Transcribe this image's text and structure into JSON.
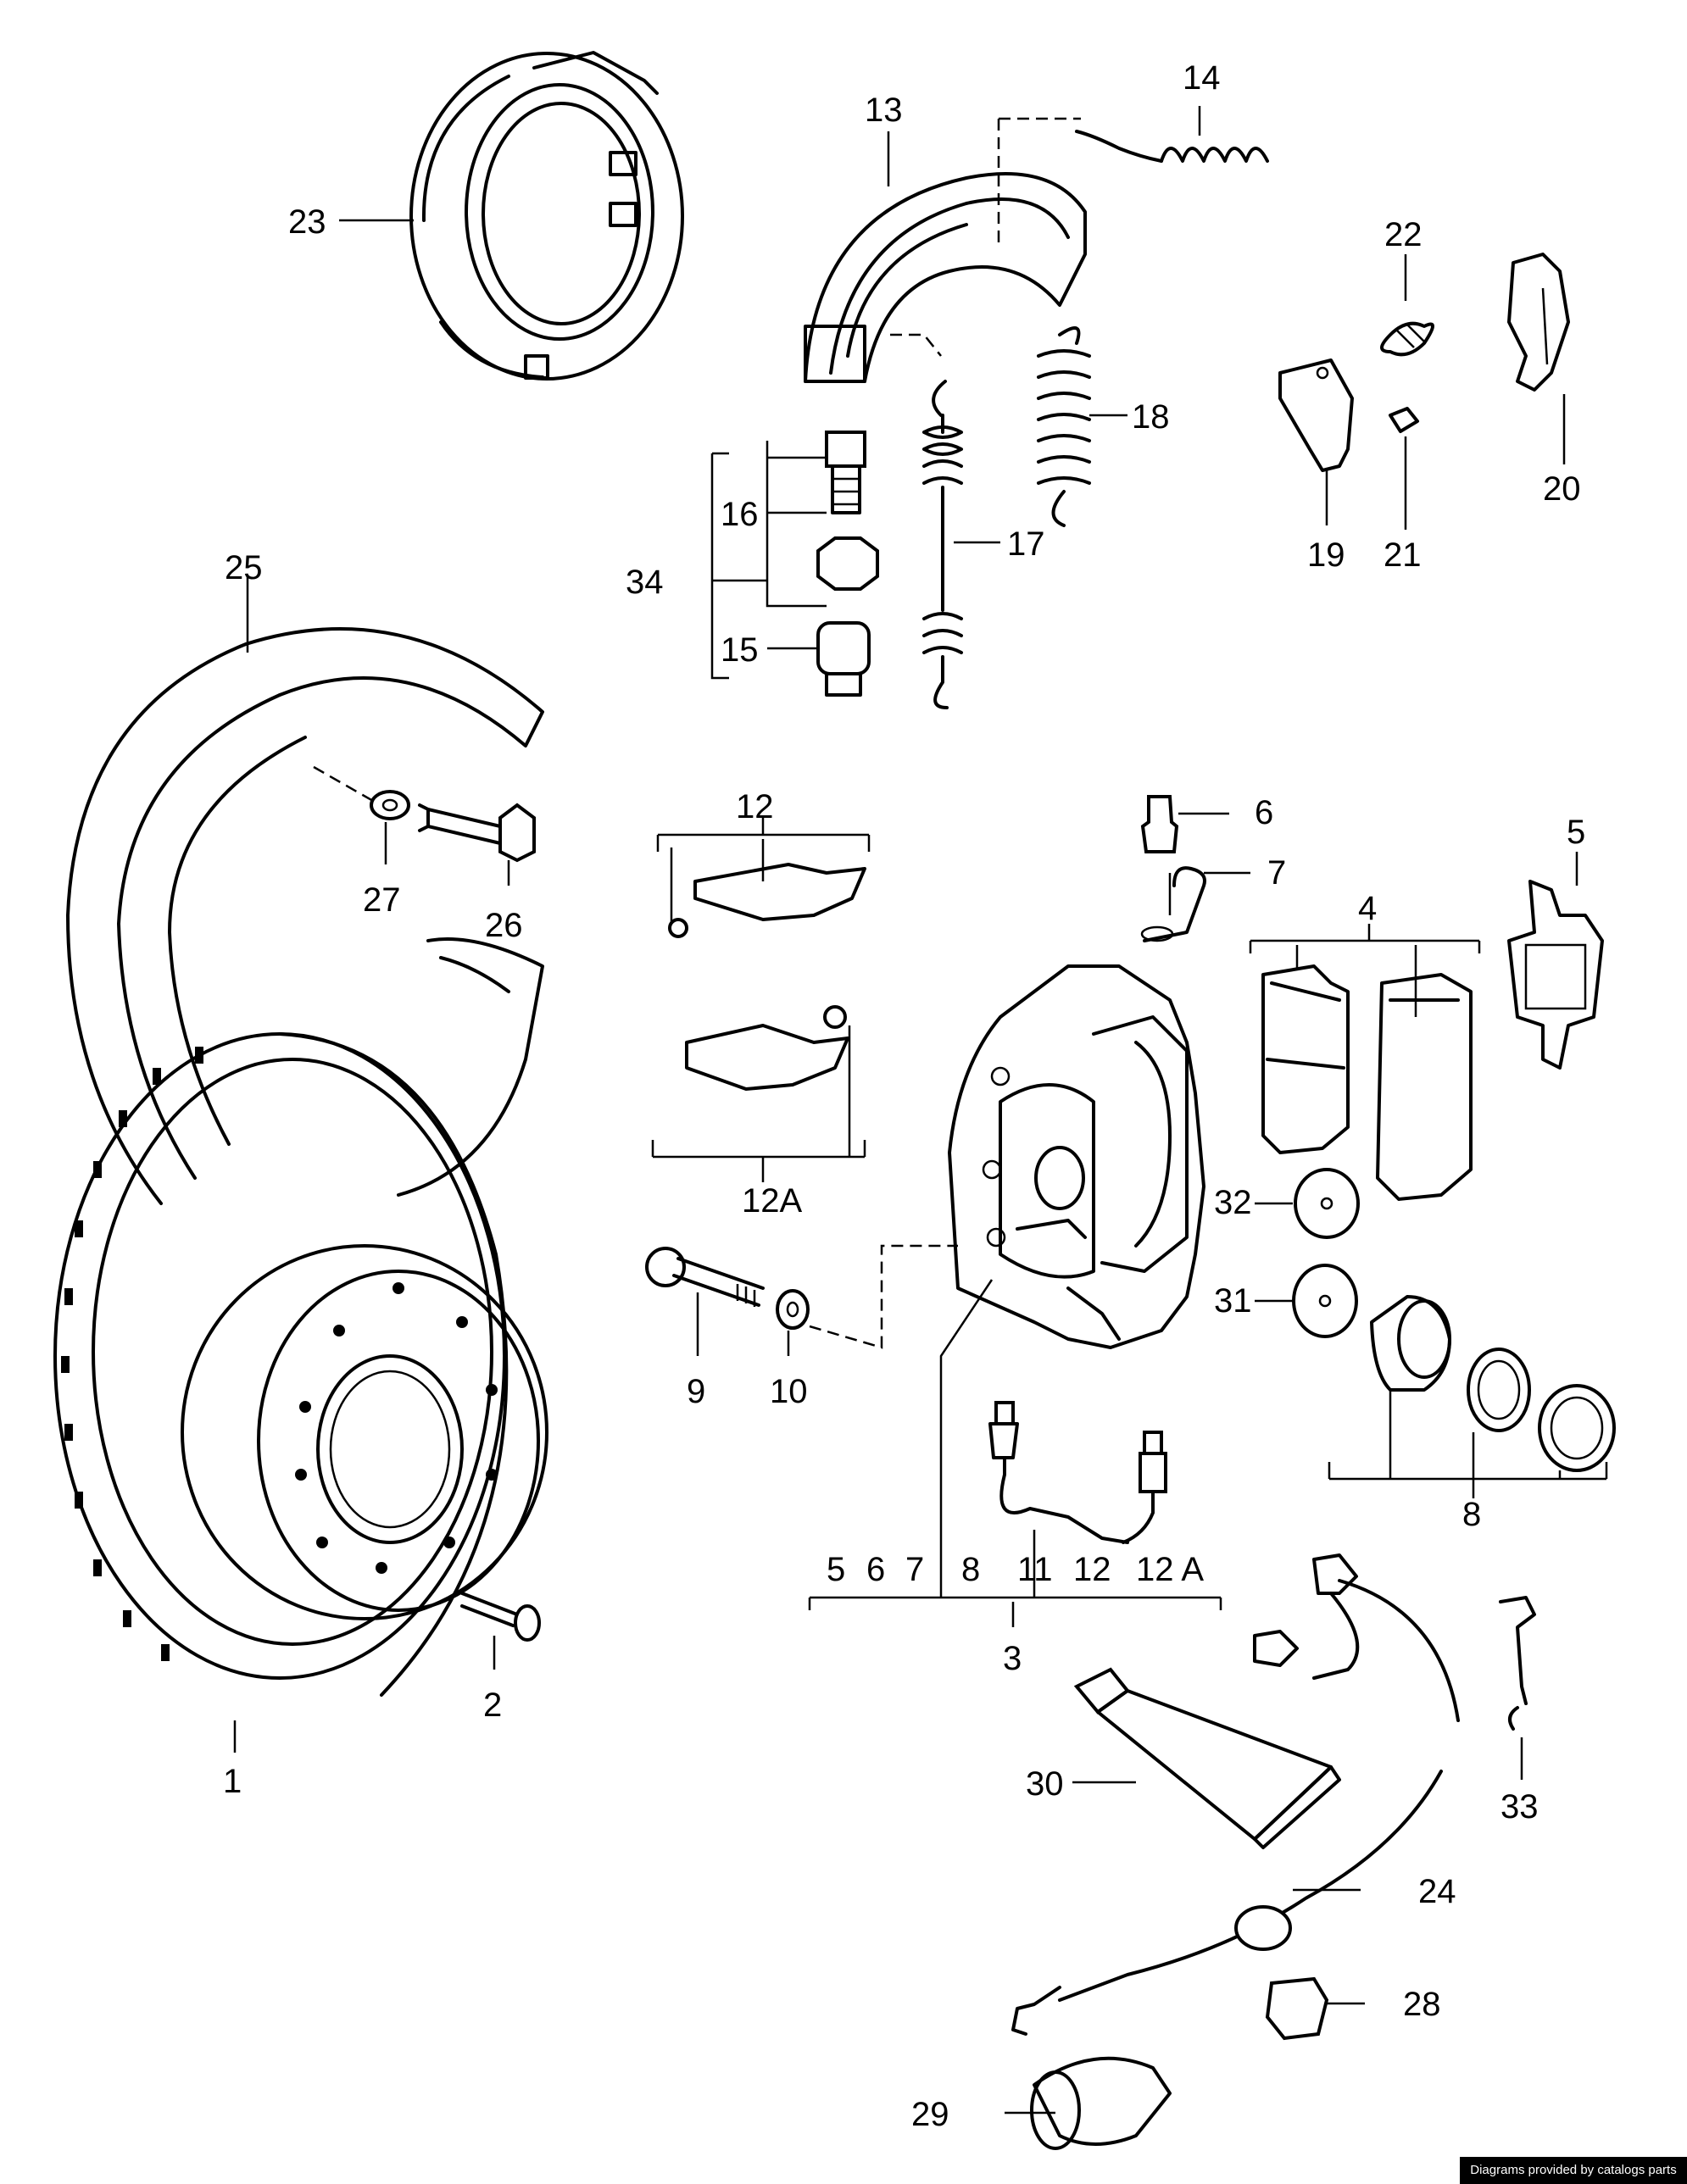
{
  "labels": {
    "n1": "1",
    "n2": "2",
    "n3": "3",
    "n4": "4",
    "n5": "5",
    "n6": "6",
    "n7": "7",
    "n8": "8",
    "n9": "9",
    "n10": "10",
    "n12": "12",
    "n12a": "12A",
    "n13": "13",
    "n14": "14",
    "n15": "15",
    "n16": "16",
    "n17": "17",
    "n18": "18",
    "n19": "19",
    "n20": "20",
    "n21": "21",
    "n22": "22",
    "n23": "23",
    "n24": "24",
    "n25": "25",
    "n26": "26",
    "n27": "27",
    "n28": "28",
    "n29": "29",
    "n30": "30",
    "n31": "31",
    "n32": "32",
    "n33": "33",
    "n34": "34"
  },
  "caliper_kit_contents": {
    "items": [
      "5",
      "6",
      "7",
      "8",
      "11",
      "12",
      "12 A"
    ],
    "label": "3"
  },
  "credit": "Diagrams provided by catalogs parts"
}
